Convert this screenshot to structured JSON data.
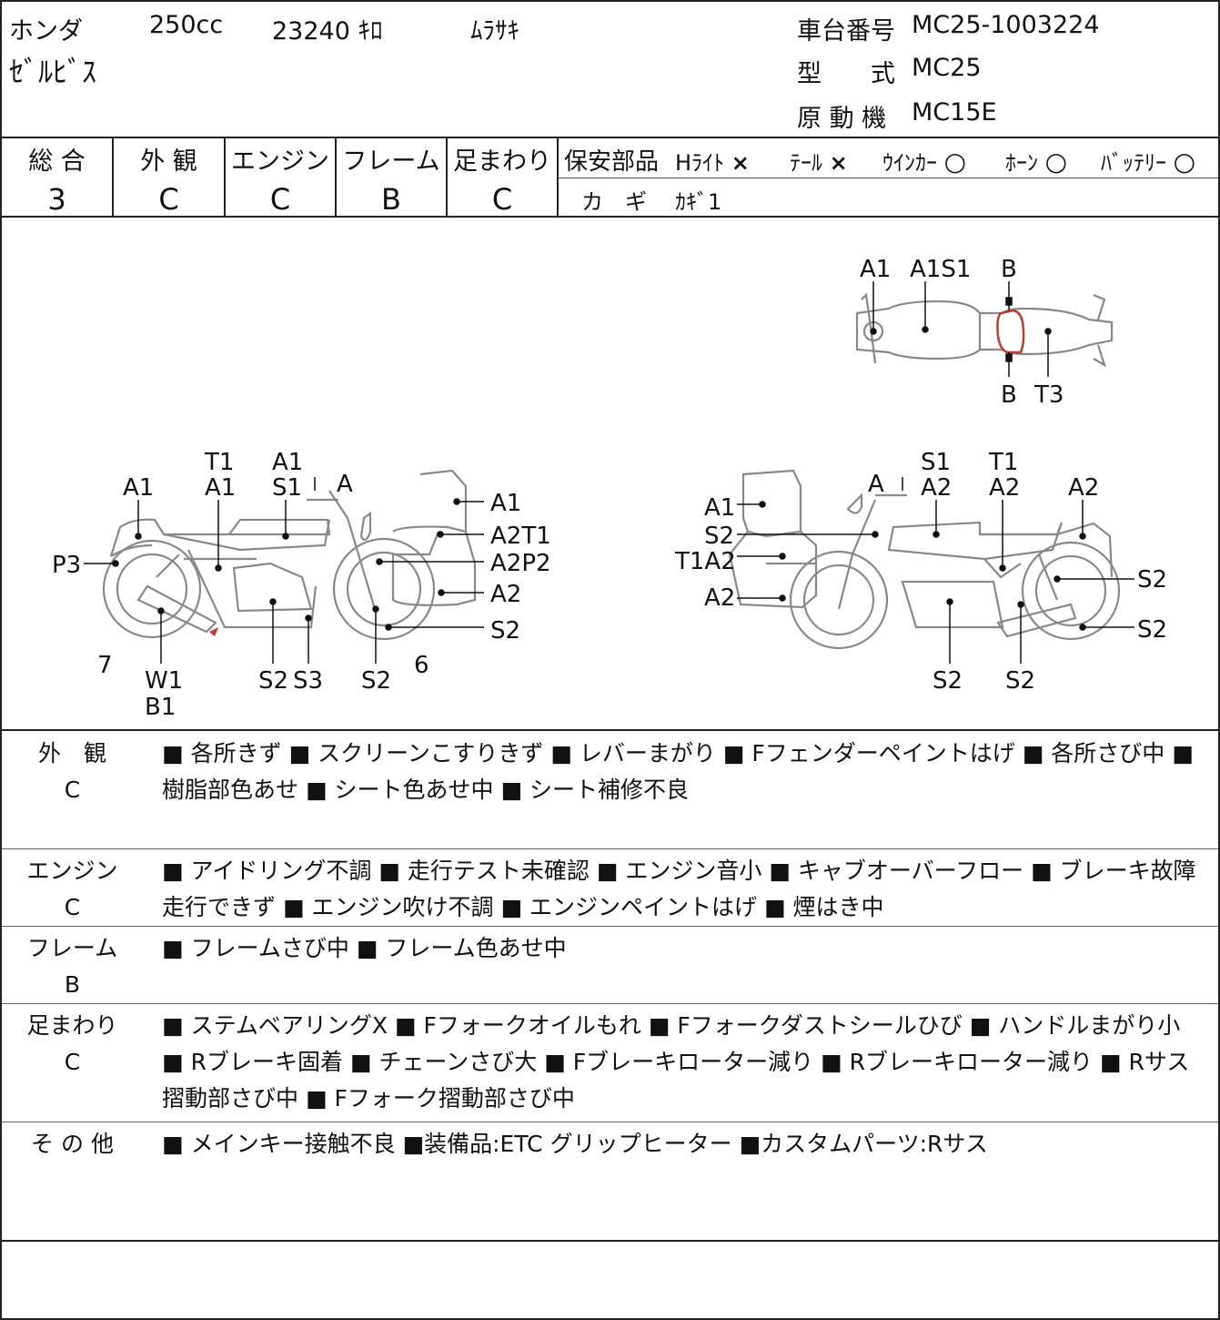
{
  "header": {
    "maker": "ホンダ",
    "displacement": "250cc",
    "mileage": "23240 ｷﾛ",
    "color": "ﾑﾗｻｷ",
    "model_name": "ｾﾞﾙﾋﾞｽ",
    "frame_no_label": "車台番号",
    "frame_no": "MC25-1003224",
    "type_label": "型　　式",
    "type": "MC25",
    "engine_label": "原 動 機",
    "engine": "MC15E"
  },
  "grades": [
    {
      "label": "総 合",
      "value": "3"
    },
    {
      "label": "外 観",
      "value": "C"
    },
    {
      "label": "エンジン",
      "value": "C"
    },
    {
      "label": "フレーム",
      "value": "B"
    },
    {
      "label": "足まわり",
      "value": "C"
    }
  ],
  "safety": {
    "label": "保安部品",
    "items": [
      {
        "name": "Hﾗｲﾄ",
        "mark": "×"
      },
      {
        "name": "ﾃｰﾙ",
        "mark": "×"
      },
      {
        "name": "ｳｲﾝｶｰ",
        "mark": "○"
      },
      {
        "name": "ﾎｰﾝ",
        "mark": "○"
      },
      {
        "name": "ﾊﾞｯﾃﾘｰ",
        "mark": "○"
      }
    ],
    "key_label": "カ　ギ",
    "key_value": "ｶｷﾞ1"
  },
  "diagram": {
    "left_labels": [
      "A1",
      "T1",
      "A1",
      "A1",
      "S1",
      "A",
      "A1",
      "A2T1",
      "A2P2",
      "A2",
      "S2",
      "P3",
      "7",
      "W1",
      "B1",
      "S2",
      "S3",
      "S2",
      "6"
    ],
    "right_labels": [
      "S1",
      "A2",
      "T1",
      "A2",
      "A2",
      "A",
      "A1",
      "S2",
      "T1A2",
      "A2",
      "S2",
      "S2",
      "S2",
      "S2"
    ],
    "top_labels": [
      "A1",
      "A1S1",
      "B",
      "B",
      "T3"
    ]
  },
  "sections": [
    {
      "label": "外　観",
      "grade": "C",
      "text": "■ 各所きず ■ スクリーンこすりきず ■ レバーまがり ■ Fフェンダーペイントはげ ■ 各所さび中 ■ 樹脂部色あせ ■ シート色あせ中 ■ シート補修不良"
    },
    {
      "label": "エンジン",
      "grade": "C",
      "text": "■ アイドリング不調 ■ 走行テスト未確認 ■ エンジン音小 ■ キャブオーバーフロー ■ ブレーキ故障 走行できず ■ エンジン吹け不調 ■ エンジンペイントはげ ■ 煙はき中"
    },
    {
      "label": "フレーム",
      "grade": "B",
      "text": "■ フレームさび中 ■ フレーム色あせ中"
    },
    {
      "label": "足まわり",
      "grade": "C",
      "text": "■ ステムベアリングX ■ Fフォークオイルもれ ■ Fフォークダストシールひび ■ ハンドルまがり小 ■ Rブレーキ固着 ■ チェーンさび大 ■ Fブレーキローター減り ■ Rブレーキローター減り ■ Rサス摺動部さび中 ■ Fフォーク摺動部さび中"
    },
    {
      "label": "そ の 他",
      "grade": "",
      "text": "■ メインキー接触不良 ■装備品:ETC グリップヒーター ■カスタムパーツ:Rサス"
    }
  ]
}
